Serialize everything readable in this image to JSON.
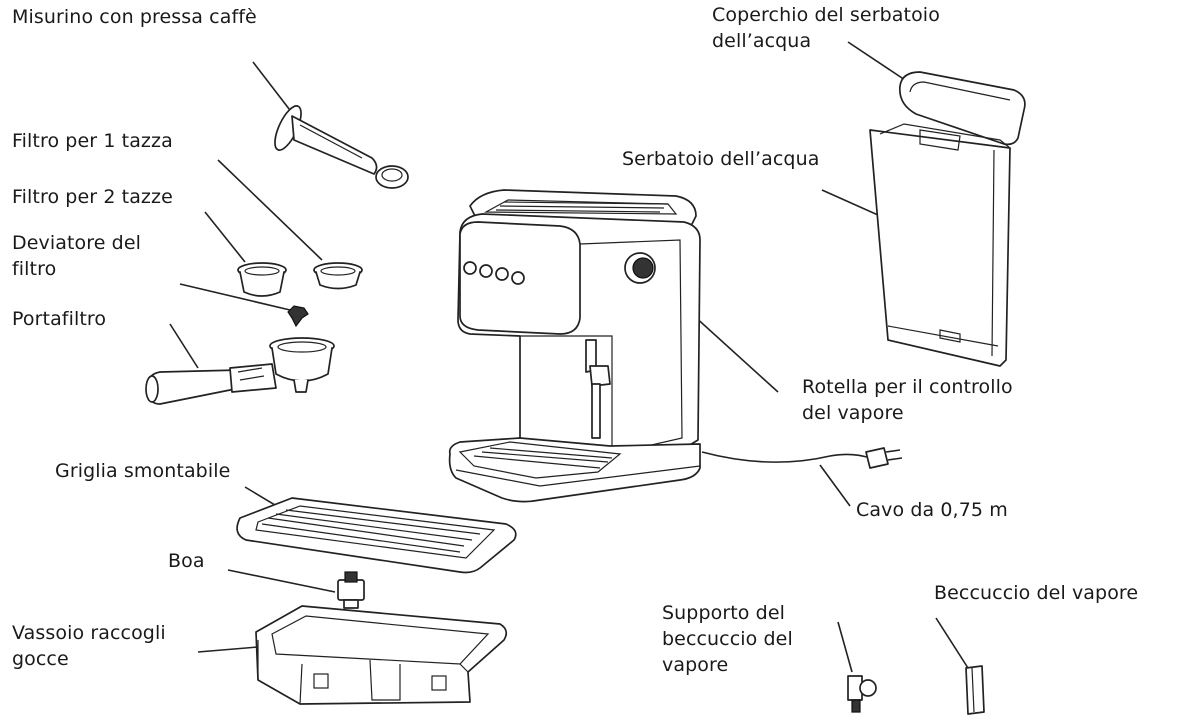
{
  "labels": {
    "tamper": "Misurino con pressa caffè",
    "filter1": "Filtro per 1 tazza",
    "filter2": "Filtro per 2 tazze",
    "diverter_l1": "Deviatore del",
    "diverter_l2": "filtro",
    "portafilter": "Portafiltro",
    "grid": "Griglia smontabile",
    "float": "Boa",
    "tray_l1": "Vassoio raccogli",
    "tray_l2": "gocce",
    "lid_l1": "Coperchio del serbatoio",
    "lid_l2": "dell’acqua",
    "tank": "Serbatoio dell’acqua",
    "knob_l1": "Rotella per il controllo",
    "knob_l2": "del vapore",
    "cable": "Cavo da 0,75 m",
    "wand_support_l1": "Supporto del",
    "wand_support_l2": "beccuccio del",
    "wand_support_l3": "vapore",
    "wand": "Beccuccio del vapore"
  }
}
